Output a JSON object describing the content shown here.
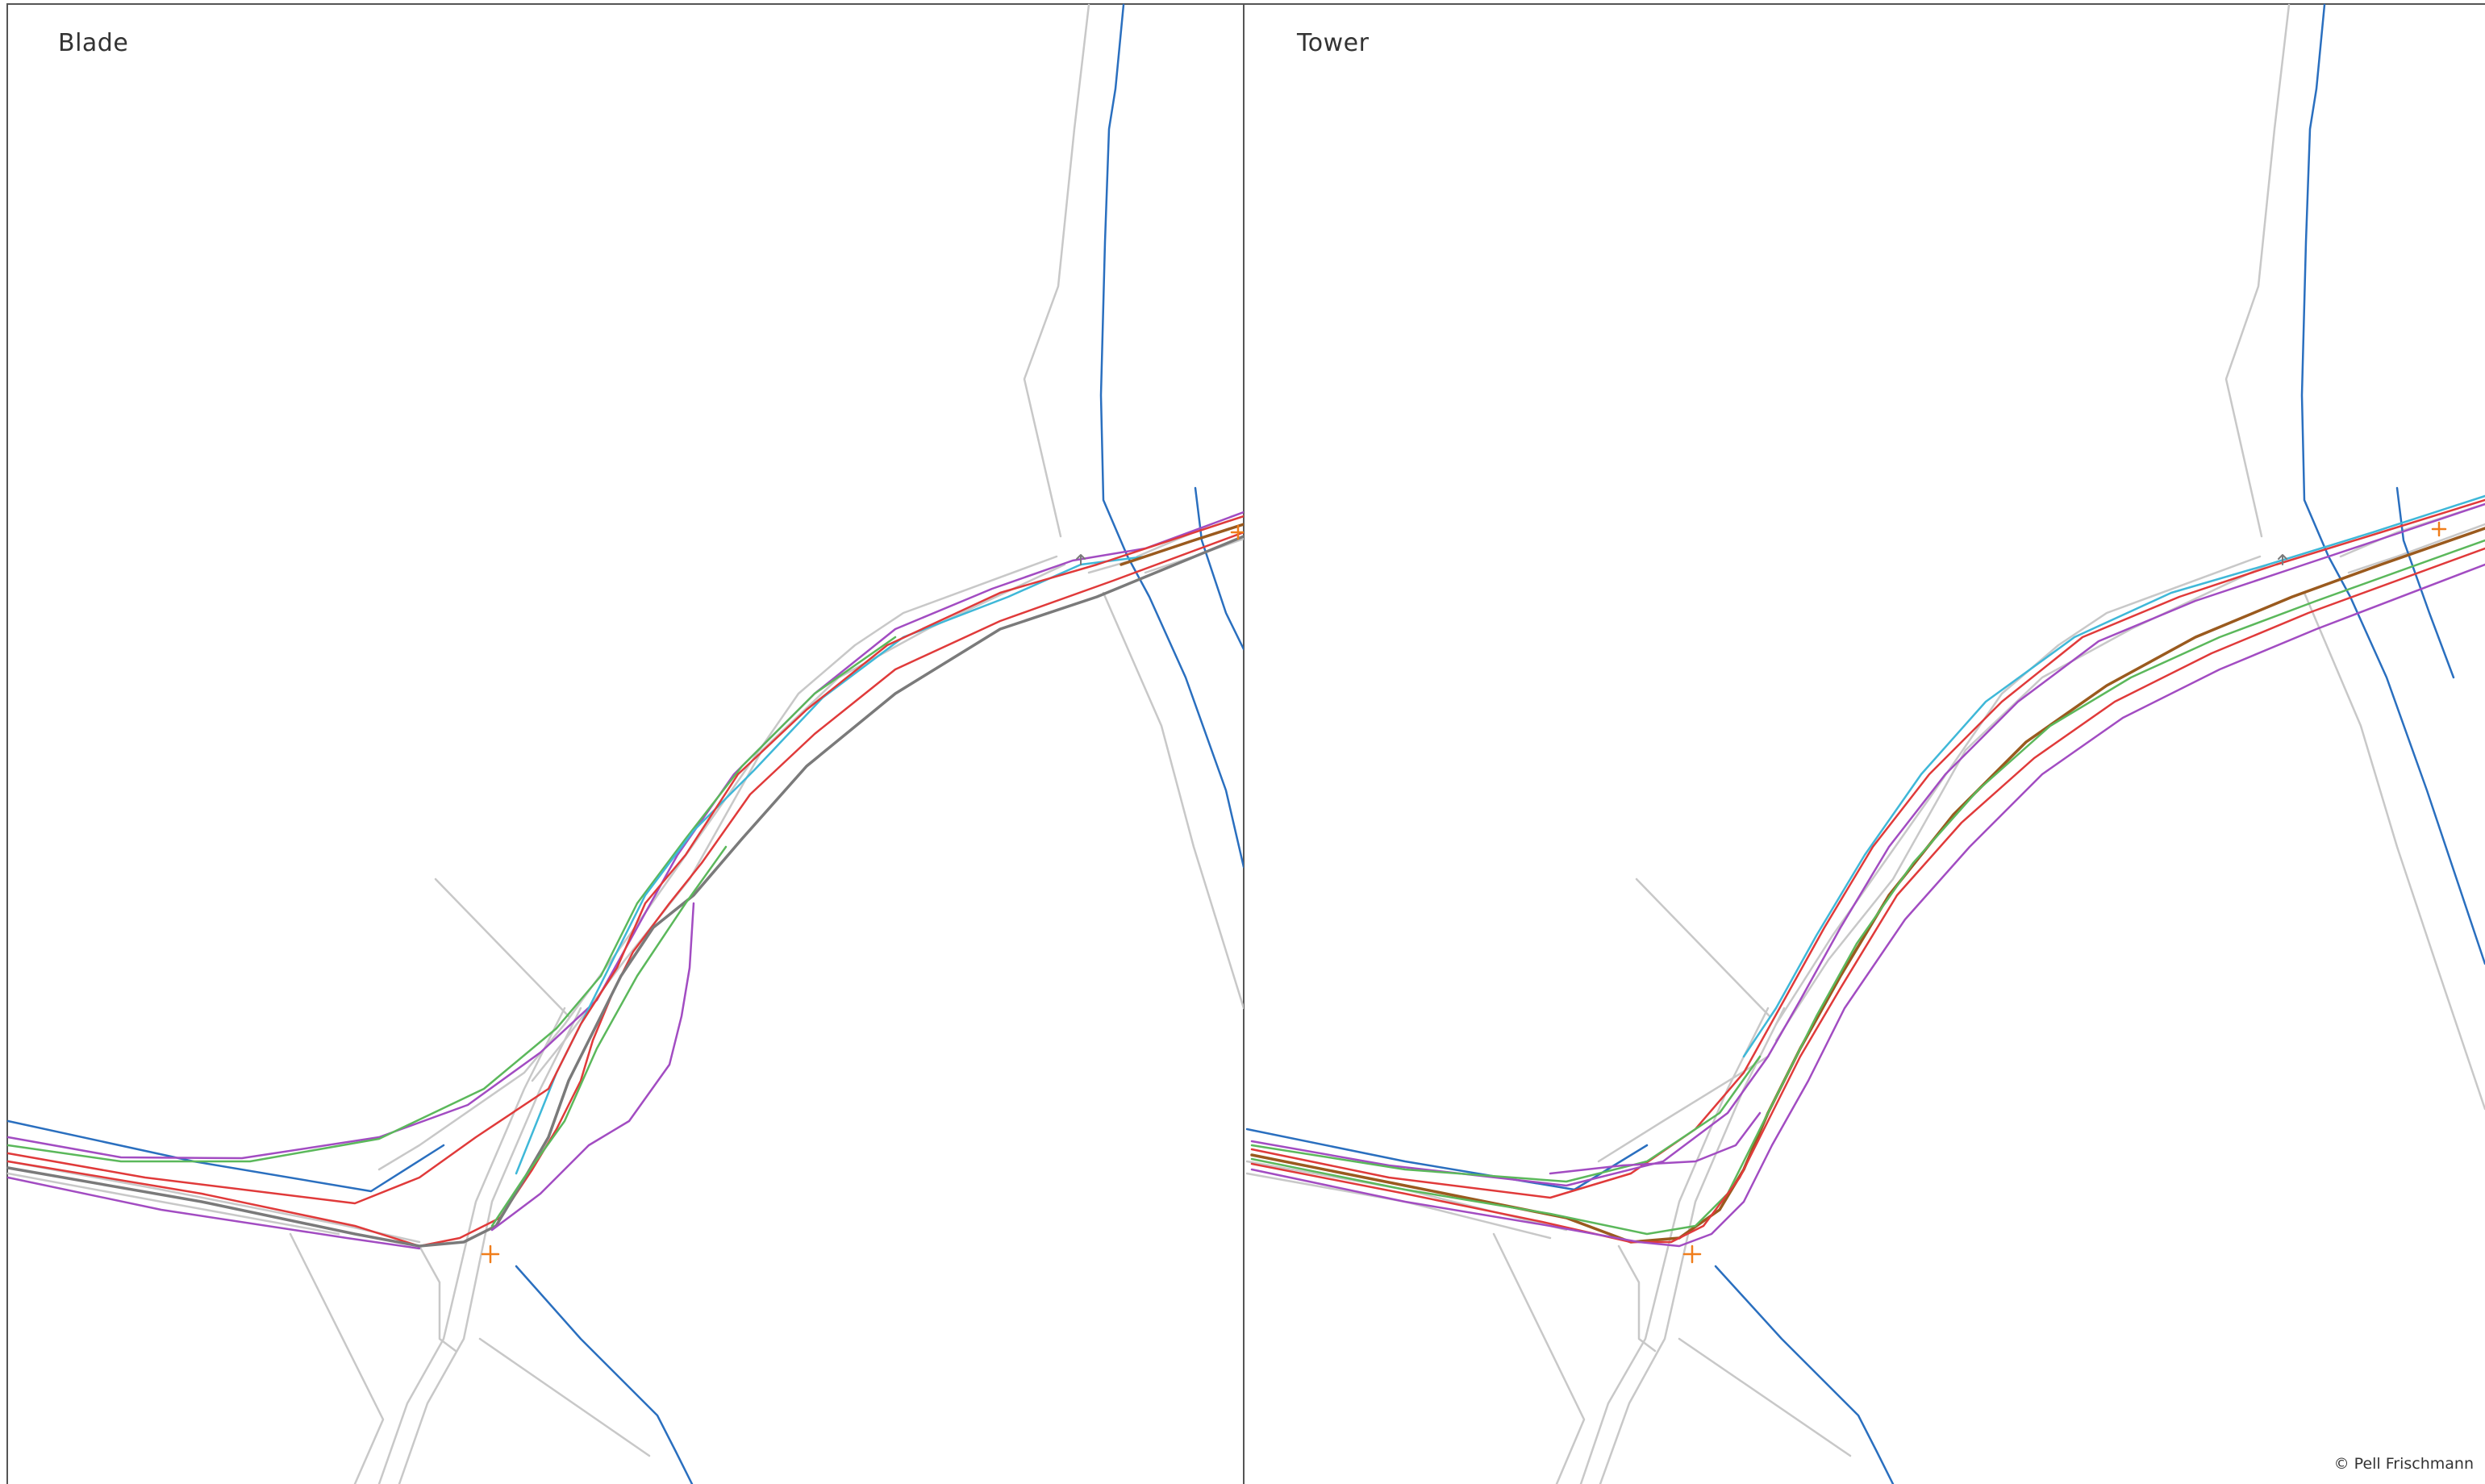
{
  "panels": [
    {
      "title": "Blade"
    },
    {
      "title": "Tower"
    }
  ],
  "credit": "© Pell Frischmann",
  "colors": {
    "road_edge": "#c8c8c8",
    "watercourse": "#2a6fbf",
    "path_green": "#5bb85b",
    "path_red": "#e03a3a",
    "path_purple": "#a24cc2",
    "path_grey": "#7a7a7a",
    "path_cyan": "#3fb8d8",
    "path_brown": "#9a5a1e",
    "path_orange": "#e08a2a",
    "marker": "#f07d1a",
    "frame": "#555555"
  }
}
